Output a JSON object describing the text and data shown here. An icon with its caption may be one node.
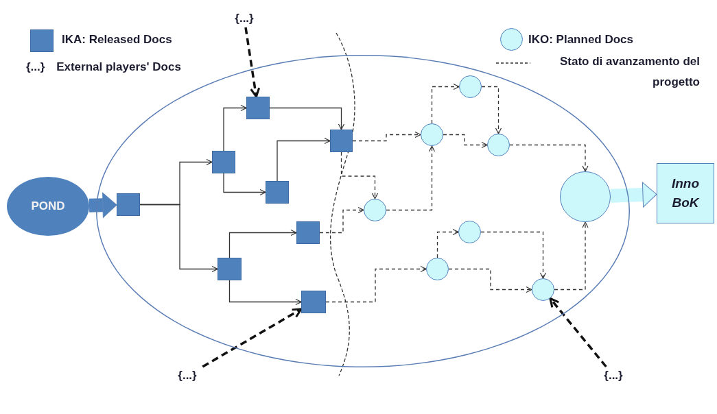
{
  "diagram": {
    "nodes": [
      {
        "text": [],
        "shape": "ellipse"
      },
      {
        "text": [
          "POND"
        ]
      },
      {
        "text": [],
        "shape": "box",
        "in": 0
      },
      {
        "text": [],
        "shape": "box",
        "in": 0
      },
      {
        "text": [],
        "shape": "box",
        "in": 0
      },
      {
        "text": [],
        "shape": "box",
        "in": 0
      },
      {
        "text": [],
        "shape": "box",
        "in": 0
      },
      {
        "text": [],
        "shape": "box",
        "in": 0
      },
      {
        "text": [],
        "shape": "box",
        "in": 0
      },
      {
        "text": [],
        "shape": "box",
        "in": 0
      },
      {
        "text": [],
        "shape": "circle",
        "in": 0
      },
      {
        "text": [],
        "shape": "circle",
        "in": 0
      },
      {
        "text": [],
        "shape": "circle",
        "in": 0
      },
      {
        "text": [],
        "shape": "circle",
        "in": 0
      },
      {
        "text": [],
        "shape": "circle",
        "in": 0
      },
      {
        "text": [],
        "shape": "circle",
        "in": 0
      },
      {
        "text": [],
        "shape": "circle",
        "in": 0
      },
      {
        "text": [],
        "shape": "circle",
        "in": 0
      },
      {
        "text": [
          "Inno BoK"
        ]
      },
      {
        "text": [
          "{...}"
        ]
      },
      {
        "text": [
          "{...}"
        ]
      },
      {
        "text": [
          "{...}"
        ]
      }
    ],
    "edges": [
      {
        "from": 1,
        "to": 2,
        "arrow": "to",
        "style": "thick",
        "color": "#4f81bd"
      },
      {
        "from": 2,
        "to": 3,
        "arrow": "to"
      },
      {
        "from": 2,
        "to": 8,
        "arrow": "to"
      },
      {
        "from": 3,
        "to": 4,
        "arrow": "to"
      },
      {
        "from": 3,
        "to": 6,
        "arrow": "to"
      },
      {
        "from": 4,
        "to": 5,
        "arrow": "to"
      },
      {
        "from": 6,
        "to": 5,
        "arrow": "to"
      },
      {
        "from": 8,
        "to": 7,
        "arrow": "to"
      },
      {
        "from": 8,
        "to": 9,
        "arrow": "to"
      },
      {
        "from": 5,
        "to": 10,
        "arrow": "to",
        "style": "dashed"
      },
      {
        "from": 5,
        "to": 13,
        "arrow": "to",
        "style": "dashed"
      },
      {
        "from": 7,
        "to": 13,
        "arrow": "to",
        "style": "dashed"
      },
      {
        "from": 13,
        "to": 10,
        "arrow": "to",
        "style": "dashed"
      },
      {
        "from": 10,
        "to": 11,
        "arrow": "to",
        "style": "dashed"
      },
      {
        "from": 10,
        "to": 12,
        "arrow": "to",
        "style": "dashed"
      },
      {
        "from": 11,
        "to": 12,
        "arrow": "to",
        "style": "dashed"
      },
      {
        "from": 12,
        "to": 14,
        "arrow": "to",
        "style": "dashed"
      },
      {
        "from": 9,
        "to": 16,
        "arrow": "to",
        "style": "dashed"
      },
      {
        "from": 16,
        "to": 15,
        "arrow": "to",
        "style": "dashed"
      },
      {
        "from": 16,
        "to": 17,
        "arrow": "to",
        "style": "dashed"
      },
      {
        "from": 15,
        "to": 17,
        "arrow": "to",
        "style": "dashed"
      },
      {
        "from": 17,
        "to": 14,
        "arrow": "to",
        "style": "dashed"
      },
      {
        "from": 14,
        "to": 18,
        "arrow": "to",
        "style": "thick",
        "color": "#c9f7fb"
      },
      {
        "from": 19,
        "to": 4,
        "arrow": "to",
        "style": "dashed",
        "color": "#111111"
      },
      {
        "from": 20,
        "to": 9,
        "arrow": "to",
        "style": "dashed",
        "color": "#111111"
      },
      {
        "from": 21,
        "to": 17,
        "arrow": "to",
        "style": "dashed",
        "color": "#111111"
      }
    ],
    "labels": [
      "{...}"
    ],
    "legend": [
      {
        "text": "IKA: Released Docs",
        "color": "#4f81bd"
      },
      {
        "text": "External players' Docs"
      },
      {
        "text": "IKO: Planned Docs",
        "color": "#ccf8fb"
      },
      {
        "text": "Stato di avanzamento del progetto"
      }
    ]
  }
}
